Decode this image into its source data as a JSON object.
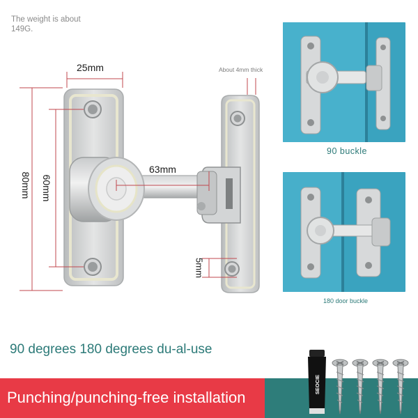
{
  "notes": {
    "weight": "The weight is about 149G.",
    "thickness": "About 4mm thick"
  },
  "dimensions": {
    "width": "25mm",
    "length": "80mm",
    "hole_spacing": "60mm",
    "bar": "63mm",
    "hole": "5mm"
  },
  "photos": {
    "top_caption": "90 buckle",
    "bottom_caption": "180 door buckle"
  },
  "usage_text": "90 degrees 180 degrees du-al-use",
  "banner": {
    "text": "Punching/punching-free installation"
  },
  "glue_label": "SEOCIE",
  "colors": {
    "teal": "#2e7d7a",
    "red": "#e83a46",
    "door_blue": "#3aa3bf",
    "caption_teal": "#2c7a78"
  }
}
